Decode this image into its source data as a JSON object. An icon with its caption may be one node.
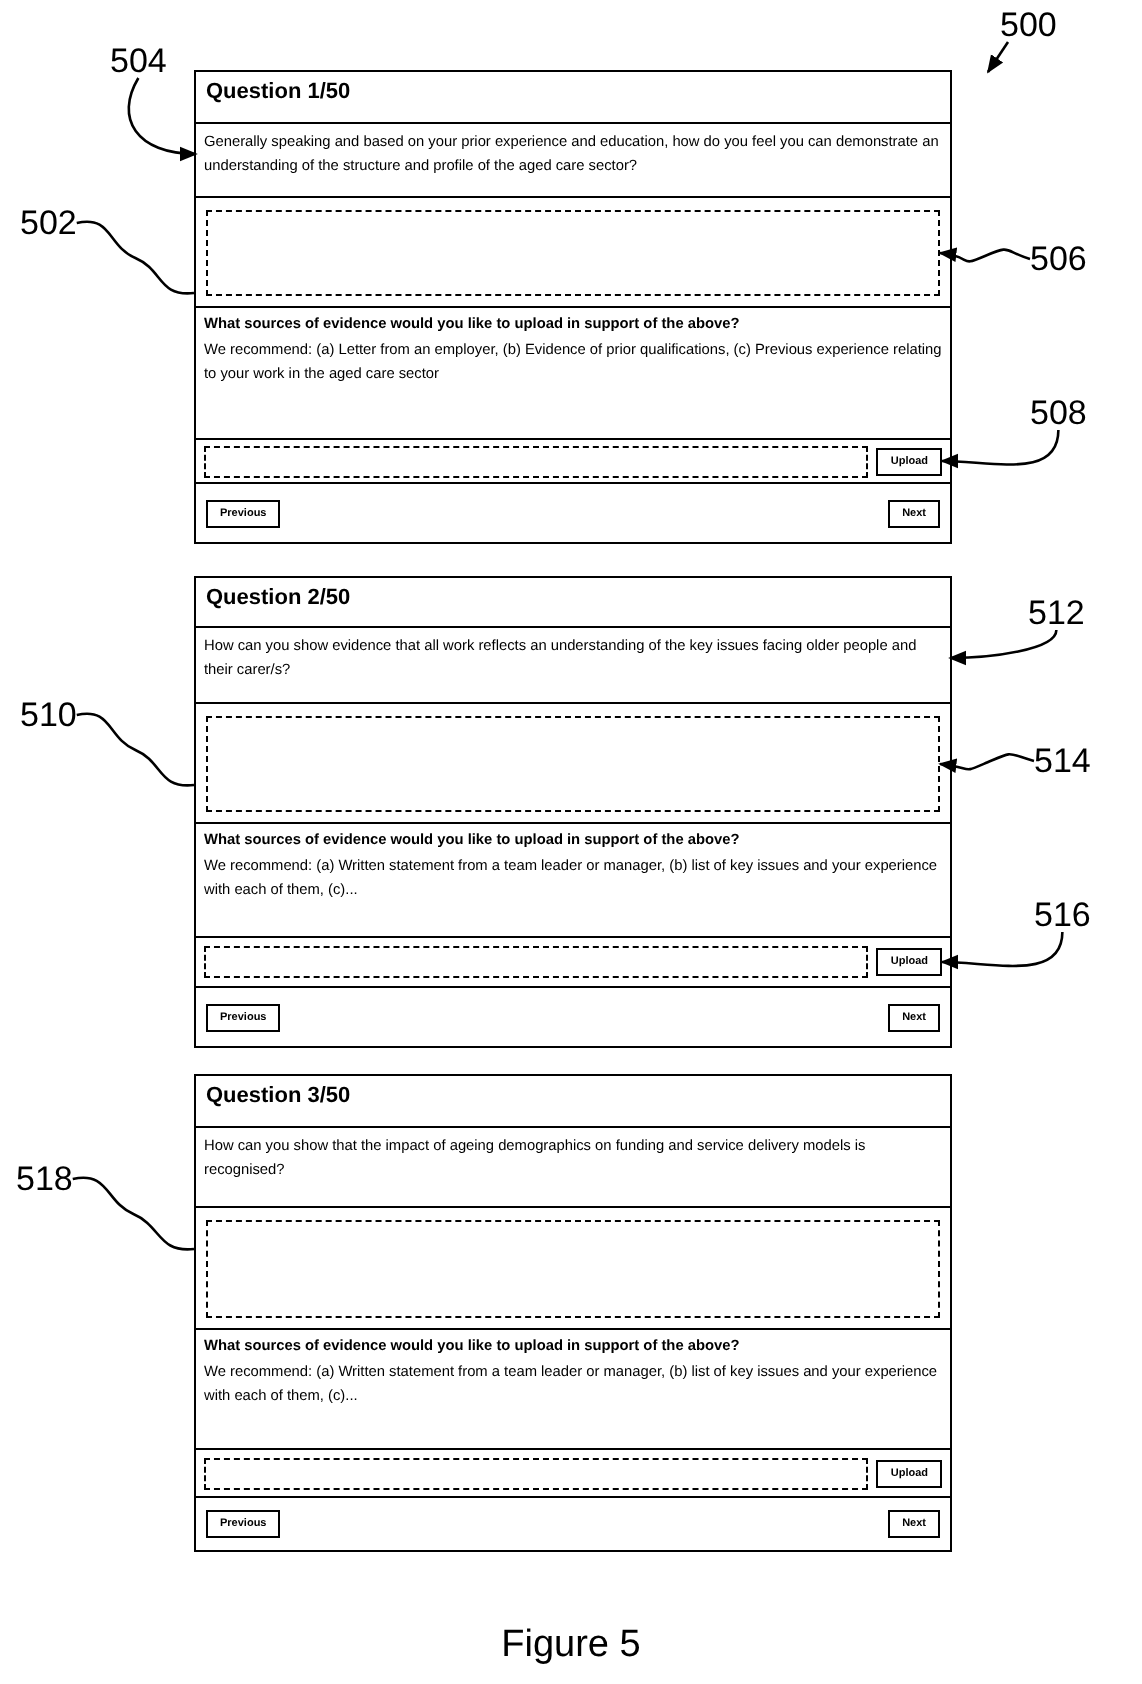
{
  "diagram": {
    "caption": "Figure 5",
    "nodes": [
      {
        "text": [
          "500"
        ]
      },
      {
        "text": [
          "504"
        ]
      },
      {
        "text": [
          "Question 1/50"
        ]
      },
      {
        "text": [
          "Generally speaking and based on your prior experience and education, how do you feel you can demonstrate an understanding of the structure and profile of the aged care sector?"
        ],
        "in": 2
      },
      {
        "text": [],
        "shape": "box",
        "in": 2
      },
      {
        "text": [
          "What sources of evidence would you like to upload in support of the above?",
          "We recommend: (a) Letter from an employer, (b) Evidence of prior qualifications, (c) Previous experience relating to your work in the aged care sector"
        ],
        "in": 2
      },
      {
        "text": [],
        "shape": "box",
        "in": 2
      },
      {
        "text": [
          "Upload"
        ],
        "in": 2
      },
      {
        "text": [
          "Previous"
        ],
        "in": 2
      },
      {
        "text": [
          "Next"
        ],
        "in": 2
      },
      {
        "text": [
          "502"
        ]
      },
      {
        "text": [
          "506"
        ]
      },
      {
        "text": [
          "508"
        ]
      },
      {
        "text": [
          "Question 2/50"
        ]
      },
      {
        "text": [
          "How can you show evidence that all work reflects an understanding of the key issues facing older people and their carer/s?"
        ],
        "in": 13
      },
      {
        "text": [],
        "shape": "box",
        "in": 13
      },
      {
        "text": [
          "What sources of evidence would you like to upload in support of the above?",
          "We recommend: (a) Written statement from a team leader or manager, (b) list of key issues and your experience with each of them, (c)..."
        ],
        "in": 13
      },
      {
        "text": [],
        "shape": "box",
        "in": 13
      },
      {
        "text": [
          "Upload"
        ],
        "in": 13
      },
      {
        "text": [
          "Previous"
        ],
        "in": 13
      },
      {
        "text": [
          "Next"
        ],
        "in": 13
      },
      {
        "text": [
          "512"
        ]
      },
      {
        "text": [
          "510"
        ]
      },
      {
        "text": [
          "514"
        ]
      },
      {
        "text": [
          "516"
        ]
      },
      {
        "text": [
          "Question 3/50"
        ]
      },
      {
        "text": [
          "How can you show that the impact of ageing demographics on funding and service delivery models is recognised?"
        ],
        "in": 25
      },
      {
        "text": [],
        "shape": "box",
        "in": 25
      },
      {
        "text": [
          "What sources of evidence would you like to upload in support of the above?",
          "We recommend: (a) Written statement from a team leader or manager, (b) list of key issues and your experience with each of them, (c)..."
        ],
        "in": 25
      },
      {
        "text": [],
        "shape": "box",
        "in": 25
      },
      {
        "text": [
          "Upload"
        ],
        "in": 25
      },
      {
        "text": [
          "Previous"
        ],
        "in": 25
      },
      {
        "text": [
          "Next"
        ],
        "in": 25
      },
      {
        "text": [
          "518"
        ]
      }
    ],
    "edges": [
      {
        "from": 0,
        "to": null,
        "arrow": "to"
      },
      {
        "from": 1,
        "to": 3,
        "arrow": "to"
      },
      {
        "from": 10,
        "to": 2,
        "arrow": "none"
      },
      {
        "from": 11,
        "to": 4,
        "arrow": "to"
      },
      {
        "from": 12,
        "to": 7,
        "arrow": "to"
      },
      {
        "from": 21,
        "to": 14,
        "arrow": "to"
      },
      {
        "from": 22,
        "to": 13,
        "arrow": "none"
      },
      {
        "from": 23,
        "to": 15,
        "arrow": "to"
      },
      {
        "from": 24,
        "to": 18,
        "arrow": "to"
      },
      {
        "from": 33,
        "to": 25,
        "arrow": "none"
      }
    ]
  }
}
